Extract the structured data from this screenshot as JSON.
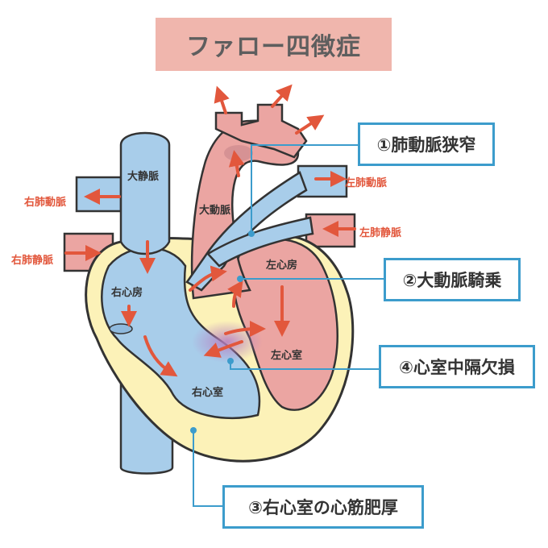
{
  "title": "ファロー四徴症",
  "callouts": {
    "c1": "①肺動脈狭窄",
    "c2": "②大動脈騎乗",
    "c3": "③右心室の心筋肥厚",
    "c4": "④心室中隔欠損"
  },
  "labels": {
    "svc": "大静脈",
    "aorta": "大動脈",
    "ra": "右心房",
    "la": "左心房",
    "rv": "右心室",
    "lv": "左心室"
  },
  "vessels": {
    "right_pa": "右肺動脈",
    "right_pv": "右肺静脈",
    "left_pa": "左肺動脈",
    "left_pv": "左肺静脈"
  },
  "colors": {
    "title_bg": "#f0b6ad",
    "callout_border": "#3c9ccc",
    "arrow": "#e2573c",
    "venous_blue": "#a8cdea",
    "arterial_pink": "#eba5a2",
    "muscle_yellow": "#fcf2b8"
  }
}
